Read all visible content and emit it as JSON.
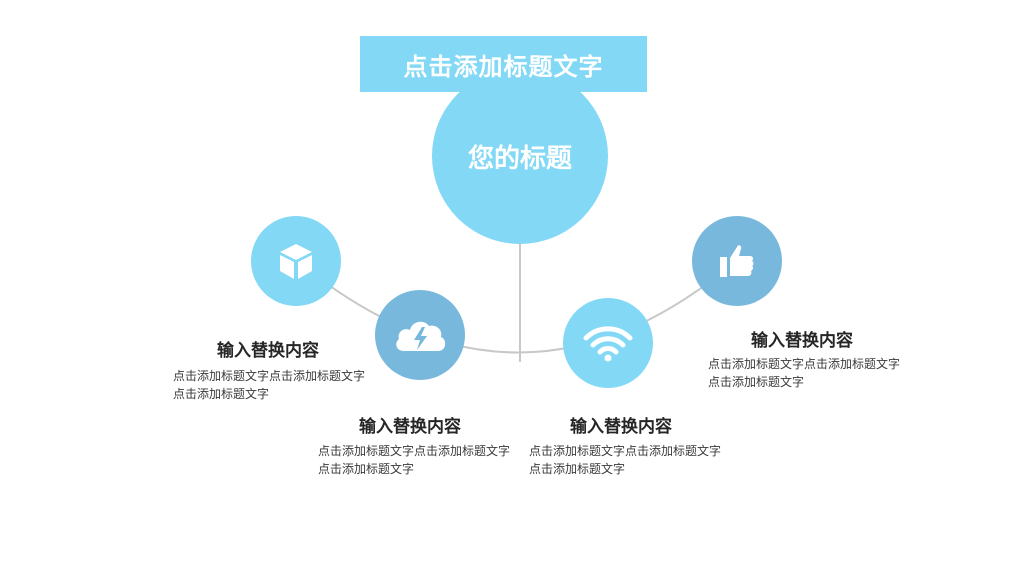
{
  "header": {
    "title": "点击添加标题文字"
  },
  "center": {
    "label": "您的标题"
  },
  "colors": {
    "light": "#82d8f5",
    "dark": "#77b8dc",
    "line": "#c8c8c8",
    "text": "#262626"
  },
  "items": [
    {
      "icon": "cube-icon",
      "title": "输入替换内容",
      "desc": "点击添加标题文字点击添加标题文字点击添加标题文字"
    },
    {
      "icon": "cloud-lightning-icon",
      "title": "输入替换内容",
      "desc": "点击添加标题文字点击添加标题文字点击添加标题文字"
    },
    {
      "icon": "wifi-icon",
      "title": "输入替换内容",
      "desc": "点击添加标题文字点击添加标题文字点击添加标题文字"
    },
    {
      "icon": "thumbs-up-icon",
      "title": "输入替换内容",
      "desc": "点击添加标题文字点击添加标题文字点击添加标题文字"
    }
  ]
}
